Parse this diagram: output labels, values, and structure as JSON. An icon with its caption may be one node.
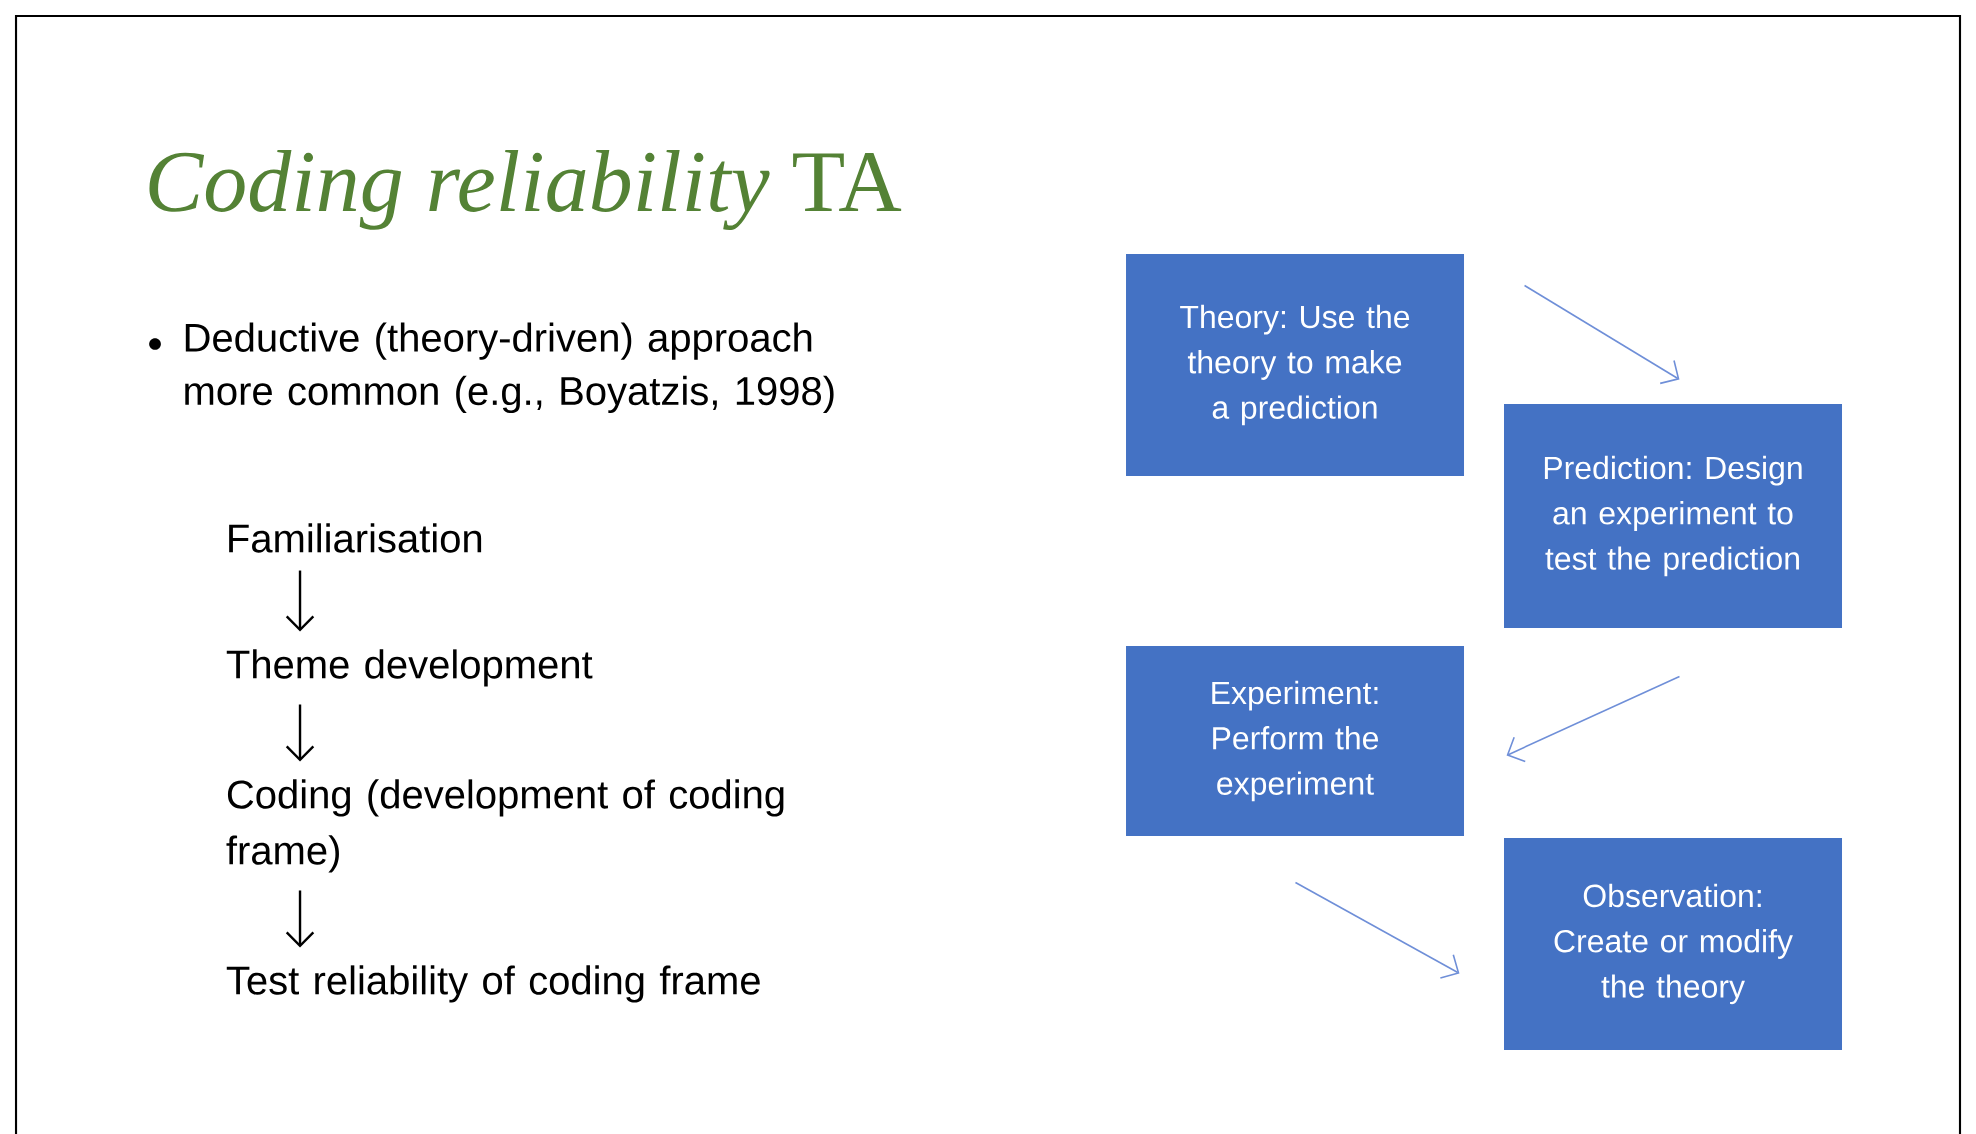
{
  "diagram": {
    "title": "*Coding reliability* TA",
    "nodes": [
      {
        "text": [
          "Familiarisation"
        ]
      },
      {
        "text": [
          "Theme development"
        ]
      },
      {
        "text": [
          "Coding (development of coding frame)"
        ]
      },
      {
        "text": [
          "Test reliability of coding frame"
        ]
      },
      {
        "text": [
          "Theory: Use the theory to make a prediction"
        ]
      },
      {
        "text": [
          "Prediction: Design an experiment to test the prediction"
        ]
      },
      {
        "text": [
          "Experiment: Perform the experiment"
        ]
      },
      {
        "text": [
          "Observation: Create or modify the theory"
        ]
      }
    ],
    "edges": [
      {
        "from": 0,
        "to": 1,
        "arrow": "to"
      },
      {
        "from": 1,
        "to": 2,
        "arrow": "to"
      },
      {
        "from": 2,
        "to": 3,
        "arrow": "to"
      },
      {
        "from": 4,
        "to": 5,
        "arrow": "to",
        "color": "#6f8fd8"
      },
      {
        "from": 5,
        "to": 6,
        "arrow": "to",
        "color": "#6f8fd8"
      },
      {
        "from": 6,
        "to": 7,
        "arrow": "to",
        "color": "#6f8fd8"
      }
    ],
    "labels": [
      "Deductive (theory-driven) approach more common (e.g., Boyatzis, 1998)"
    ]
  }
}
